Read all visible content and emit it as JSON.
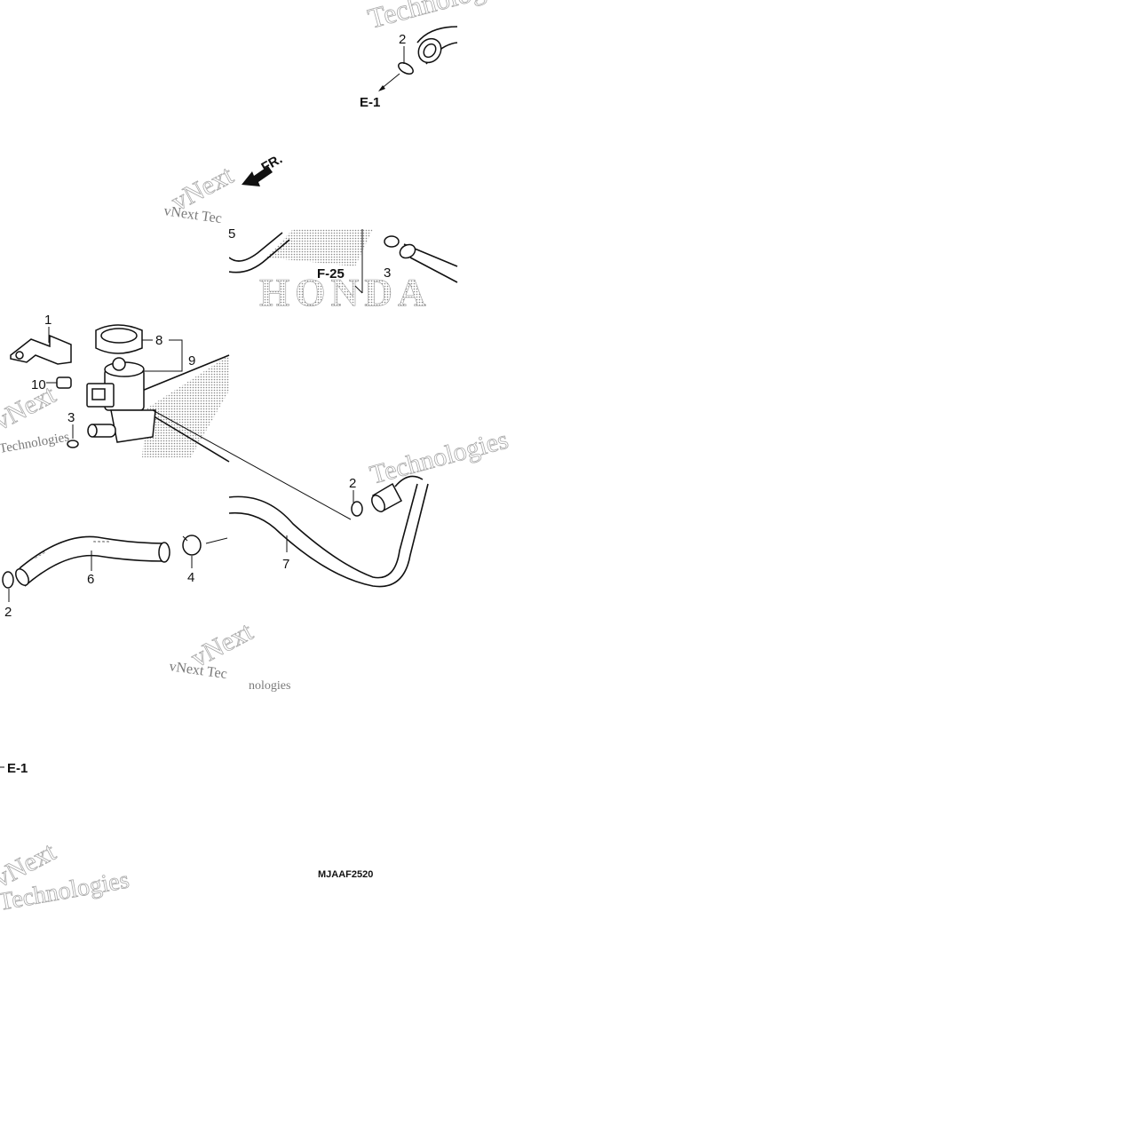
{
  "callouts": {
    "c1": "1",
    "c2a": "2",
    "c2b": "2",
    "c2c": "2",
    "c3a": "3",
    "c3b": "3",
    "c4": "4",
    "c5": "5",
    "c6": "6",
    "c7": "7",
    "c8": "8",
    "c9": "9",
    "c10": "10"
  },
  "references": {
    "e1_top": "E-1",
    "e1_bottom": "E-1",
    "f25": "F-25",
    "front": "FR."
  },
  "drawing_code": "MJAAF2520",
  "watermarks": {
    "brand": "HONDA",
    "company_a": "vNext",
    "company_b": "Technologies",
    "company_c": "vNext Tec",
    "company_d": "nologies"
  }
}
